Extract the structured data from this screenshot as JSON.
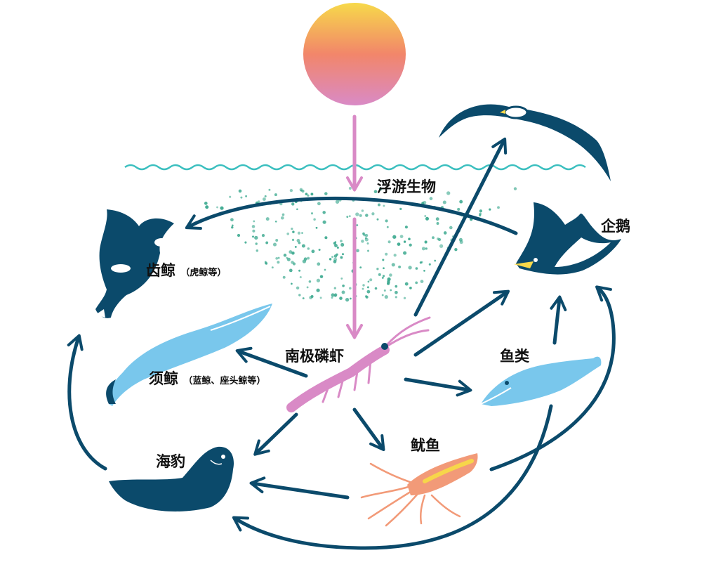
{
  "colors": {
    "navy": "#0b4a6b",
    "energy_arrow": "#d98ac6",
    "wave": "#3bbfbf",
    "plankton": "#3aa88e",
    "krill": "#d98ac6",
    "baleen": "#79c7ec",
    "fish": "#79c7ec",
    "squid": "#f29a78",
    "squid_fin": "#f7d64a",
    "sun_top": "#f7d94a",
    "sun_mid": "#f2866a",
    "sun_bottom": "#d98ac6"
  },
  "labels": {
    "phytoplankton": "浮游生物",
    "krill": "南极磷虾",
    "penguin": "企鹅",
    "fish": "鱼类",
    "squid": "鱿鱼",
    "seal": "海豹",
    "toothed_whale": "齿鲸",
    "toothed_whale_note": "（虎鲸等）",
    "baleen_whale": "须鲸",
    "baleen_whale_note": "（蓝鲸、座头鲸等）"
  },
  "icons": {
    "sun": "sun-icon",
    "albatross": "albatross-icon",
    "penguin": "penguin-icon",
    "orca": "orca-icon",
    "baleen_whale": "baleen-whale-icon",
    "krill": "krill-icon",
    "fish": "fish-icon",
    "squid": "squid-icon",
    "seal": "seal-icon"
  }
}
